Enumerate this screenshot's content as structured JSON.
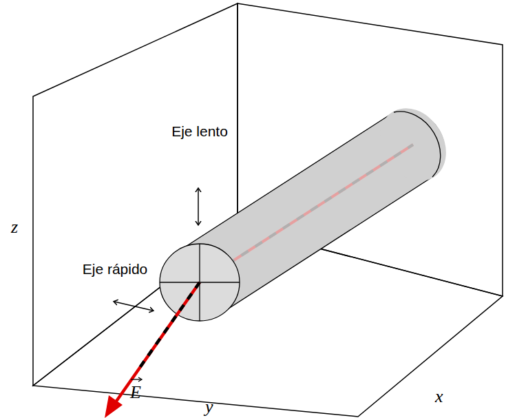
{
  "diagram": {
    "labels": [
      "Eje lento",
      "z",
      "Eje rápido",
      "E",
      "x",
      "y"
    ]
  }
}
